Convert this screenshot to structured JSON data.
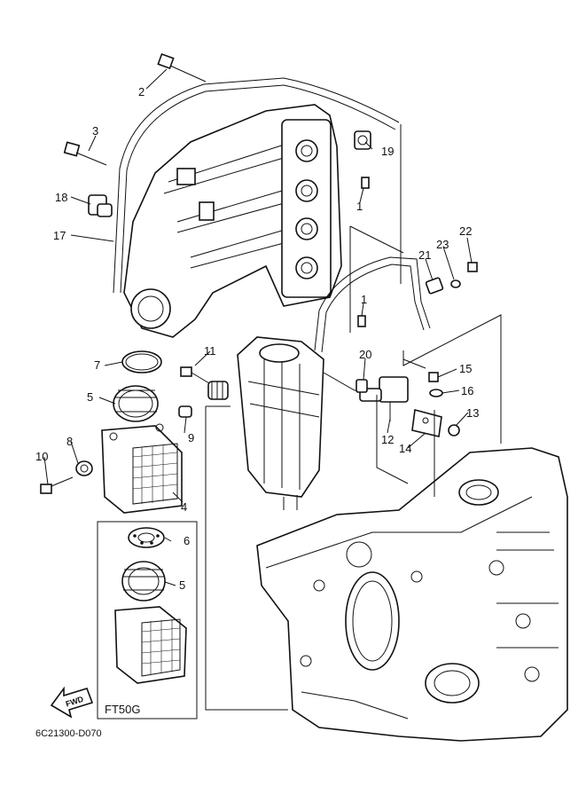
{
  "callouts": [
    {
      "id": "c1a",
      "label": "1"
    },
    {
      "id": "c1b",
      "label": "1"
    },
    {
      "id": "c2",
      "label": "2"
    },
    {
      "id": "c3",
      "label": "3"
    },
    {
      "id": "c4",
      "label": "4"
    },
    {
      "id": "c5a",
      "label": "5"
    },
    {
      "id": "c5b",
      "label": "5"
    },
    {
      "id": "c6",
      "label": "6"
    },
    {
      "id": "c7",
      "label": "7"
    },
    {
      "id": "c8",
      "label": "8"
    },
    {
      "id": "c9",
      "label": "9"
    },
    {
      "id": "c10",
      "label": "10"
    },
    {
      "id": "c11",
      "label": "11"
    },
    {
      "id": "c12",
      "label": "12"
    },
    {
      "id": "c13",
      "label": "13"
    },
    {
      "id": "c14",
      "label": "14"
    },
    {
      "id": "c15",
      "label": "15"
    },
    {
      "id": "c16",
      "label": "16"
    },
    {
      "id": "c17",
      "label": "17"
    },
    {
      "id": "c18",
      "label": "18"
    },
    {
      "id": "c19",
      "label": "19"
    },
    {
      "id": "c20",
      "label": "20"
    },
    {
      "id": "c21",
      "label": "21"
    },
    {
      "id": "c22",
      "label": "22"
    },
    {
      "id": "c23",
      "label": "23"
    }
  ],
  "variant_box": {
    "label": "FT50G"
  },
  "fwd_marker": {
    "text": "FWD"
  },
  "doc_code": "6C21300-D070",
  "colors": {
    "line": "#111111",
    "background": "#ffffff"
  }
}
